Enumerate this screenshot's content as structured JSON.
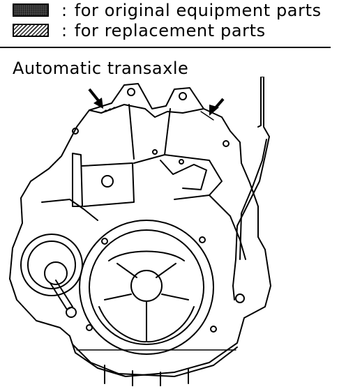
{
  "legend": {
    "items": [
      {
        "swatch": "original-equipment-swatch",
        "colon": ":",
        "label": "for original equipment parts"
      },
      {
        "swatch": "replacement-swatch",
        "colon": ":",
        "label": "for replacement parts"
      }
    ]
  },
  "caption": "Automatic transaxle",
  "figure": {
    "subject": "automatic transaxle line drawing",
    "callouts": [
      "left-sealant-arrow",
      "right-sealant-arrow"
    ]
  },
  "colors": {
    "ink": "#000000",
    "paper": "#ffffff",
    "oem_fill": "#555555"
  }
}
